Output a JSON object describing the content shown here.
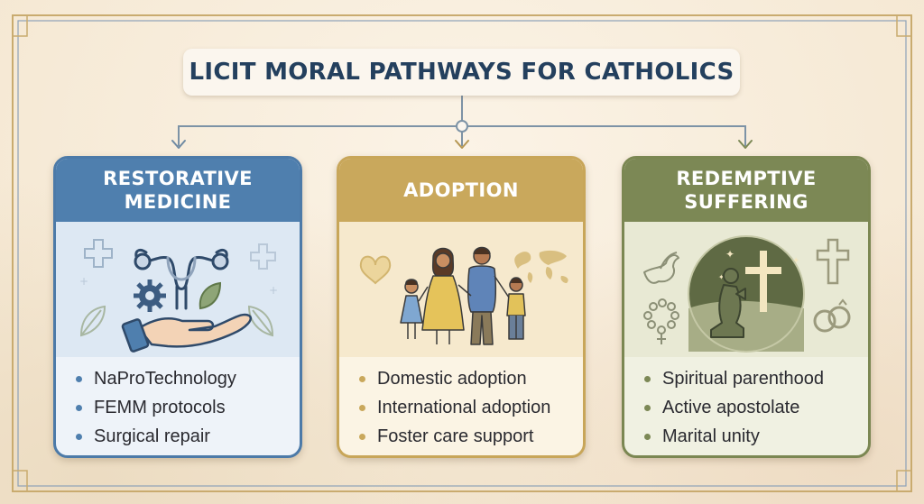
{
  "title": "LICIT MORAL PATHWAYS FOR CATHOLICS",
  "cards": [
    {
      "id": "restorative-medicine",
      "heading_line1": "RESTORATIVE",
      "heading_line2": "MEDICINE",
      "color": "#4f7fae",
      "icons": [
        "medical-cross-icon",
        "uterus-icon",
        "gear-icon",
        "leaf-icon",
        "caring-hand-icon"
      ],
      "items": [
        "NaProTechnology",
        "FEMM protocols",
        "Surgical repair"
      ]
    },
    {
      "id": "adoption",
      "heading_line1": "ADOPTION",
      "heading_line2": "",
      "color": "#c9a85c",
      "icons": [
        "heart-icon",
        "world-map-icon",
        "family-icon"
      ],
      "items": [
        "Domestic adoption",
        "International adoption",
        "Foster care support"
      ]
    },
    {
      "id": "redemptive-suffering",
      "heading_line1": "REDEMPTIVE",
      "heading_line2": "SUFFERING",
      "color": "#7c8855",
      "icons": [
        "dove-icon",
        "cross-icon",
        "rosary-icon",
        "wedding-rings-icon",
        "praying-figure-icon"
      ],
      "items": [
        "Spiritual parenthood",
        "Active apostolate",
        "Marital unity"
      ]
    }
  ],
  "colors": {
    "title_text": "#24405e",
    "frame": "#c9ab6f",
    "connector": "#6f8aa3",
    "background": "#f6ead6"
  }
}
